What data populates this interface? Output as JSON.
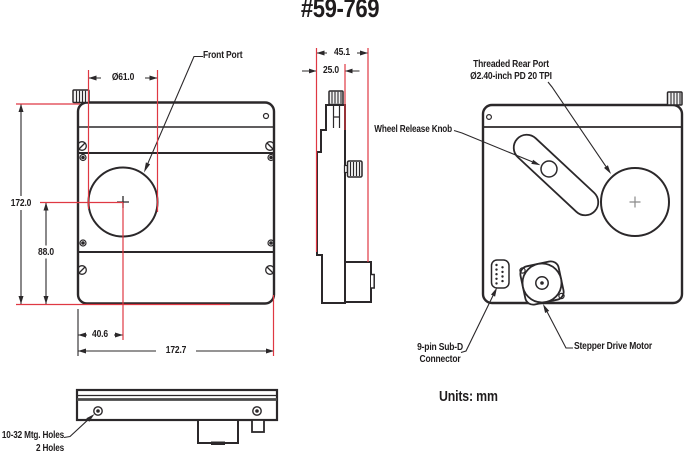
{
  "title": "#59-769",
  "units_label": "Units: mm",
  "colors": {
    "line": "#2b282a",
    "dimension_red": "#df3843",
    "text": "#1f1c1d"
  },
  "front_view": {
    "port_label": "Front Port",
    "dim_port_diameter": "Ø61.0",
    "dim_overall_height": "172.0",
    "dim_port_center_height": "88.0",
    "dim_port_center_offset": "40.6",
    "dim_overall_width": "172.7"
  },
  "side_view": {
    "dim_overall_depth": "45.1",
    "dim_body_depth": "25.0"
  },
  "rear_view": {
    "port_label_line1": "Threaded Rear Port",
    "port_label_line2": "Ø2.40-inch PD 20 TPI",
    "wheel_release_label": "Wheel Release Knob",
    "connector_label_line1": "9-pin Sub-D",
    "connector_label_line2": "Connector",
    "motor_label": "Stepper Drive Motor"
  },
  "bottom_view": {
    "holes_label_line1": "10-32 Mtg. Holes",
    "holes_label_line2": "2 Holes"
  }
}
